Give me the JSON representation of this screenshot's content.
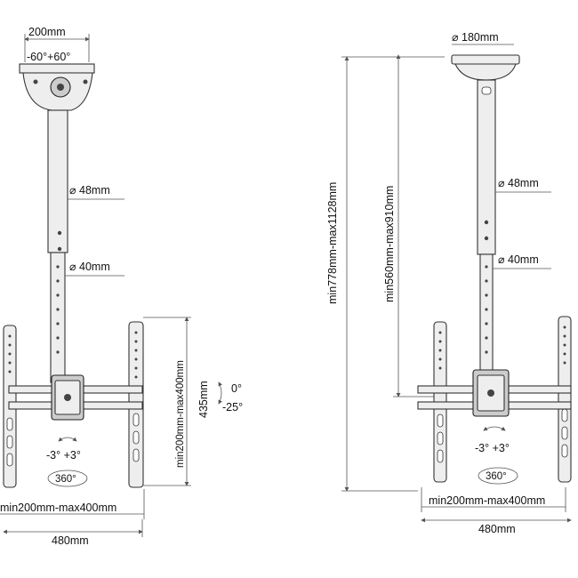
{
  "left_view": {
    "top_width": "200mm",
    "tilt_plate": "-60°+60°",
    "upper_tube": "⌀ 48mm",
    "lower_tube": "⌀ 40mm",
    "vesa_vertical": "min200mm-max400mm",
    "bracket_height": "435mm",
    "tilt_up": "0°",
    "tilt_down": "-25°",
    "roll": "-3° +3°",
    "swivel": "360°",
    "vesa_horizontal": "min200mm-max400mm",
    "total_width": "480mm"
  },
  "right_view": {
    "ceiling_plate": "⌀ 180mm",
    "total_height": "min778mm-max1128mm",
    "pole_length": "min560mm-max910mm",
    "upper_tube": "⌀ 48mm",
    "lower_tube": "⌀ 40mm",
    "roll": "-3° +3°",
    "swivel": "360°",
    "vesa_horizontal": "min200mm-max400mm",
    "total_width": "480mm"
  }
}
